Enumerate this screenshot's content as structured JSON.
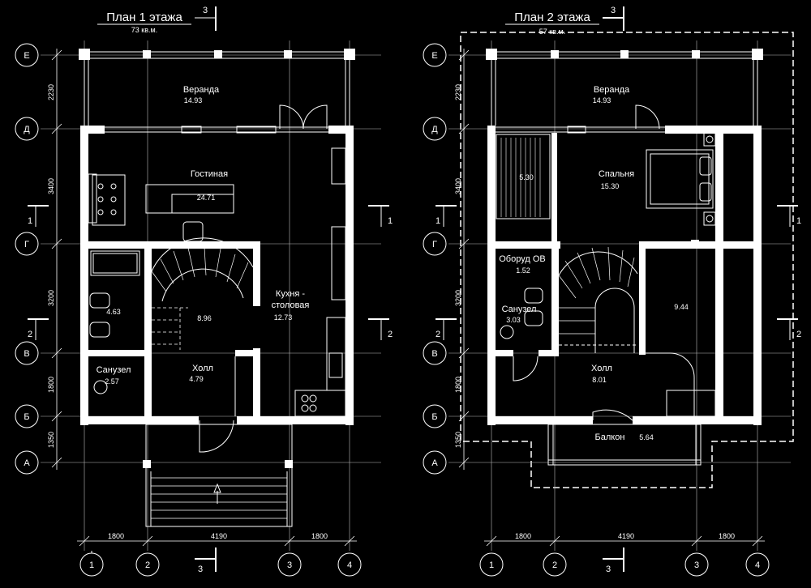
{
  "plan1": {
    "title": "План 1 этажа",
    "area": "73 кв.м.",
    "rooms": [
      {
        "name": "Веранда",
        "area": "14.93"
      },
      {
        "name": "Гостиная",
        "area": "24.71"
      },
      {
        "name": "Кухня -",
        "name2": "столовая",
        "area": "12.73"
      },
      {
        "name": "",
        "area": "4.63"
      },
      {
        "name": "",
        "area": "8.96"
      },
      {
        "name": "Холл",
        "area": "4.79"
      },
      {
        "name": "Санузел",
        "area": "2.57"
      }
    ]
  },
  "plan2": {
    "title": "План 2 этажа",
    "area": "57 кв.м.",
    "rooms": [
      {
        "name": "Веранда",
        "area": "14.93"
      },
      {
        "name": "",
        "area": "5.30"
      },
      {
        "name": "Спальня",
        "area": "15.30"
      },
      {
        "name": "Оборуд ОВ",
        "area": "1.52"
      },
      {
        "name": "Санузел",
        "area": "3.03"
      },
      {
        "name": "",
        "area": "9.44"
      },
      {
        "name": "Холл",
        "area": "8.01"
      },
      {
        "name": "Балкон",
        "area": "5.64"
      }
    ]
  },
  "axes": {
    "rows": [
      "Е",
      "Д",
      "Г",
      "В",
      "Б",
      "А"
    ],
    "cols": [
      "1",
      "2",
      "3",
      "4"
    ]
  },
  "dimensions": {
    "vertical": [
      "2230",
      "3400",
      "3200",
      "1800",
      "1350"
    ],
    "vertical_plan2": [
      "2230",
      "3400",
      "3200",
      "1800",
      "1350"
    ],
    "horizontal": [
      "1800",
      "4190",
      "1800"
    ]
  },
  "section_marks": {
    "s1": "1",
    "s2": "2",
    "s3": "3"
  }
}
